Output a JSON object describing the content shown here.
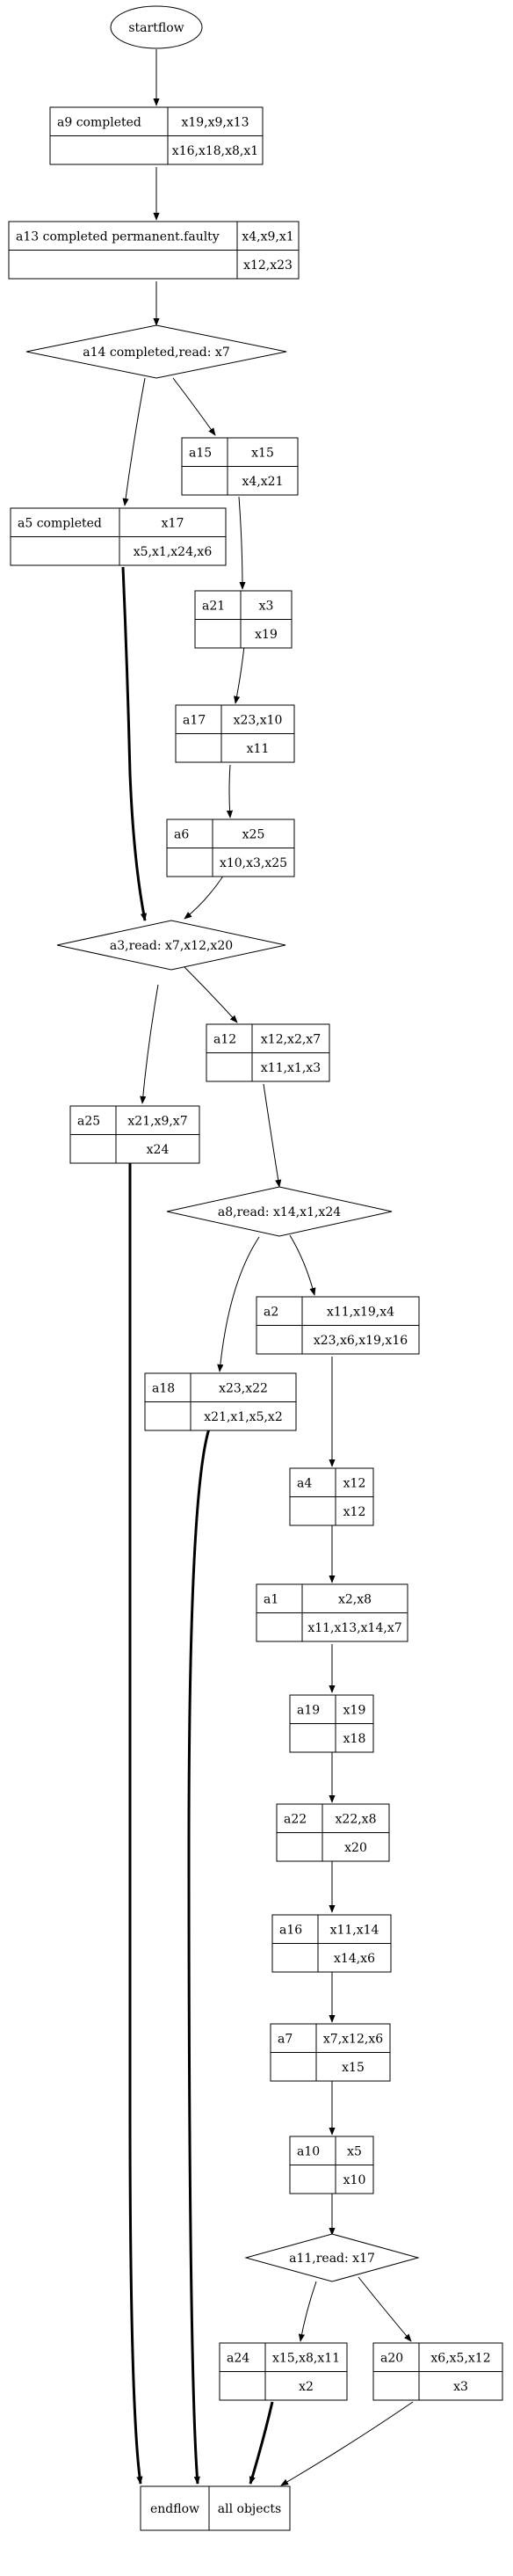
{
  "start": {
    "label": "startflow"
  },
  "end": {
    "left": "endflow",
    "right": "all objects"
  },
  "records": [
    {
      "id": "a9",
      "title": "a9 completed",
      "top": "x19,x9,x13",
      "bottom": "x16,x18,x8,x1"
    },
    {
      "id": "a13",
      "title": "a13 completed permanent.faulty",
      "top": "x4,x9,x1",
      "bottom": "x12,x23"
    },
    {
      "id": "a15",
      "title": "a15",
      "top": "x15",
      "bottom": "x4,x21"
    },
    {
      "id": "a5",
      "title": "a5 completed",
      "top": "x17",
      "bottom": "x5,x1,x24,x6"
    },
    {
      "id": "a21",
      "title": "a21",
      "top": "x3",
      "bottom": "x19"
    },
    {
      "id": "a17",
      "title": "a17",
      "top": "x23,x10",
      "bottom": "x11"
    },
    {
      "id": "a6",
      "title": "a6",
      "top": "x25",
      "bottom": "x10,x3,x25"
    },
    {
      "id": "a12",
      "title": "a12",
      "top": "x12,x2,x7",
      "bottom": "x11,x1,x3"
    },
    {
      "id": "a25",
      "title": "a25",
      "top": "x21,x9,x7",
      "bottom": "x24"
    },
    {
      "id": "a2",
      "title": "a2",
      "top": "x11,x19,x4",
      "bottom": "x23,x6,x19,x16"
    },
    {
      "id": "a18",
      "title": "a18",
      "top": "x23,x22",
      "bottom": "x21,x1,x5,x2"
    },
    {
      "id": "a4",
      "title": "a4",
      "top": "x12",
      "bottom": "x12"
    },
    {
      "id": "a1",
      "title": "a1",
      "top": "x2,x8",
      "bottom": "x11,x13,x14,x7"
    },
    {
      "id": "a19",
      "title": "a19",
      "top": "x19",
      "bottom": "x18"
    },
    {
      "id": "a22",
      "title": "a22",
      "top": "x22,x8",
      "bottom": "x20"
    },
    {
      "id": "a16",
      "title": "a16",
      "top": "x11,x14",
      "bottom": "x14,x6"
    },
    {
      "id": "a7",
      "title": "a7",
      "top": "x7,x12,x6",
      "bottom": "x15"
    },
    {
      "id": "a10",
      "title": "a10",
      "top": "x5",
      "bottom": "x10"
    },
    {
      "id": "a24",
      "title": "a24",
      "top": "x15,x8,x11",
      "bottom": "x2"
    },
    {
      "id": "a20",
      "title": "a20",
      "top": "x6,x5,x12",
      "bottom": "x3"
    }
  ],
  "decisions": [
    {
      "id": "d14",
      "label": "a14 completed,read: x7"
    },
    {
      "id": "d3",
      "label": "a3,read: x7,x12,x20"
    },
    {
      "id": "d8",
      "label": "a8,read: x14,x1,x24"
    },
    {
      "id": "d11",
      "label": "a11,read: x17"
    }
  ]
}
